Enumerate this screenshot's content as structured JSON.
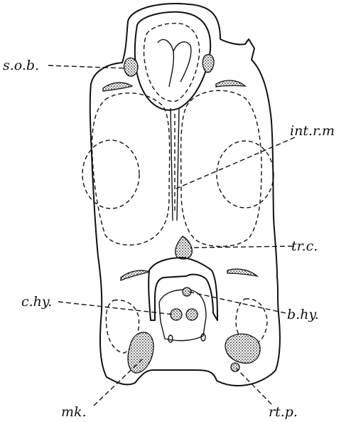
{
  "figure": {
    "labels": {
      "sob": "s.o.b.",
      "intrm": "int.r.m",
      "trc": "tr.c.",
      "chy": "c.hy.",
      "bhy": "b.hy.",
      "mk": "mk.",
      "rtp": "rt.p."
    },
    "ink_color": "#111111",
    "background": "#ffffff"
  }
}
